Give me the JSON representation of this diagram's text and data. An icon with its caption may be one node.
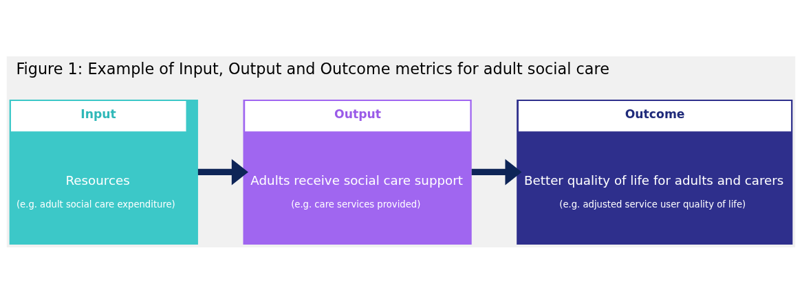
{
  "diagram": {
    "title": "Figure 1: Example of Input, Output and Outcome metrics for adult social care",
    "nodes": [
      {
        "text": [
          "Input",
          "Resources",
          "(e.g. adult social care expenditure)"
        ]
      },
      {
        "text": [
          "Output",
          "Adults receive social care support",
          "(e.g. care services provided)"
        ]
      },
      {
        "text": [
          "Outcome",
          "Better quality of life for adults and carers",
          "(e.g. adjusted service user quality of life)"
        ]
      }
    ],
    "edges": [
      {
        "from": 0,
        "to": 1,
        "arrow": "to"
      },
      {
        "from": 1,
        "to": 2,
        "arrow": "to"
      }
    ]
  }
}
